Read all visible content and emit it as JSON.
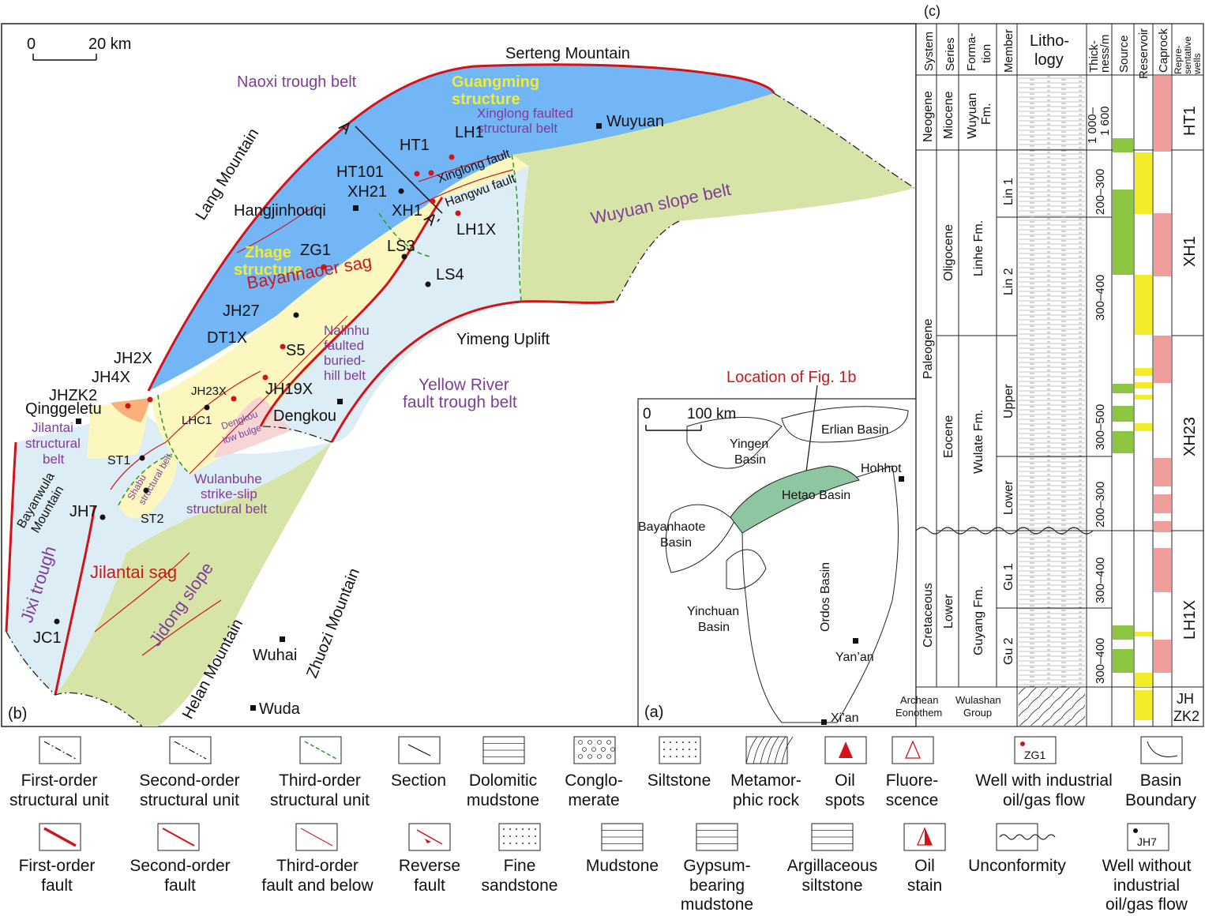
{
  "panel_labels": {
    "a": "(a)",
    "b": "(b)",
    "c": "(c)"
  },
  "colors": {
    "naoxi_blue": "#72b6f6",
    "slope_green": "#d6e4a8",
    "fault_trough_lightblue": "#dcedf6",
    "structural_yellow": "#fbf7bf",
    "low_bulge_pink": "#f6d6d4",
    "jilantai_orange": "#f7b07a",
    "hetao_green": "#8dc6a1",
    "fault_red": "#d2141a",
    "source_green": "#8cc640",
    "reservoir_yellow": "#f2ec2a",
    "caprock_pink": "#ef9e9c",
    "label_purple": "#7e3e98",
    "label_red": "#cc1a1a",
    "label_yellow": "#f2ec2a"
  },
  "map_b": {
    "scale_zero": "0",
    "scale_label": "20 km",
    "units": {
      "serteng": "Serteng Mountain",
      "naoxi": "Naoxi trough belt",
      "guangming1": "Guangming",
      "guangming2": "structure",
      "xinglong1": "Xinglong faulted",
      "xinglong2": "structural belt",
      "wuyuan": "Wuyuan",
      "lang": "Lang Mountain",
      "hangjinhouqi": "Hangjinhouqi",
      "wuyuan_slope": "Wuyuan slope belt",
      "xinglong_fault": "Xinglong fault",
      "hangwu_fault": "Hangwu fault",
      "zhage1": "Zhage",
      "zhage2": "structure",
      "bayannaoer": "Bayannaoer sag",
      "nalinhu1": "Nalinhu",
      "nalinhu2": "faulted",
      "nalinhu3": "buried-",
      "nalinhu4": "hill belt",
      "yimeng": "Yimeng Uplift",
      "yellow1": "Yellow River",
      "yellow2": "fault trough belt",
      "dengkou": "Dengkou",
      "dengkou_low1": "Dengkou",
      "dengkou_low2": "low bulge",
      "qinggeletu": "Qinggeletu",
      "jilantai_belt1": "Jilantai",
      "jilantai_belt2": "structural",
      "jilantai_belt3": "belt",
      "bayanwula1": "Bayanwula",
      "bayanwula2": "Mountain",
      "shabu1": "Shabu",
      "shabu2": "structural belt",
      "wulanbuhe1": "Wulanbuhe",
      "wulanbuhe2": "strike-slip",
      "wulanbuhe3": "structural belt",
      "jixi": "Jixi trough",
      "jilantai_sag": "Jilantai sag",
      "jidong": "Jidong slope",
      "helan": "Helan Mountain",
      "zhuozi": "Zhuozi Mountain",
      "wuhai": "Wuhai",
      "wuda": "Wuda",
      "sec_a": "A",
      "sec_a2": "A'"
    },
    "wells": {
      "lh1": "LH1",
      "ht1": "HT1",
      "ht101": "HT101",
      "xh21": "XH21",
      "xh1": "XH1",
      "lh1x": "LH1X",
      "zg1": "ZG1",
      "ls3": "LS3",
      "ls4": "LS4",
      "jh27": "JH27",
      "dt1x": "DT1X",
      "s5": "S5",
      "jh19x": "JH19X",
      "jh23x": "JH23X",
      "lhc1": "LHC1",
      "jh2x": "JH2X",
      "jh4x": "JH4X",
      "jhzk2": "JHZK2",
      "st1": "ST1",
      "st2": "ST2",
      "jh7": "JH7",
      "jc1": "JC1"
    }
  },
  "map_a": {
    "location_label": "Location of Fig. 1b",
    "scale_zero": "0",
    "scale_label": "100 km",
    "yingen1": "Yingen",
    "yingen2": "Basin",
    "erlian": "Erlian Basin",
    "hohhot": "Hohhot",
    "hetao": "Hetao Basin",
    "bayanhaote1": "Bayanhaote",
    "bayanhaote2": "Basin",
    "ordos": "Ordos Basin",
    "yinchuan1": "Yinchuan",
    "yinchuan2": "Basin",
    "yanan": "Yan’an",
    "xian": "Xi’an"
  },
  "column_c": {
    "headers": {
      "system": "System",
      "series": "Series",
      "formation1": "Forma-",
      "formation2": "tion",
      "member": "Member",
      "litho1": "Litho-",
      "litho2": "logy",
      "thick1": "Thick-",
      "thick2": "ness/m",
      "source": "Source",
      "reservoir": "Reservoir",
      "caprock": "Caprock",
      "wells1": "Repre-",
      "wells2": "sentative",
      "wells3": "wells"
    },
    "systems": {
      "neogene": "Neogene",
      "paleogene": "Paleogene",
      "cretaceous": "Cretaceous"
    },
    "series": {
      "miocene": "Miocene",
      "oligocene": "Oligocene",
      "eocene": "Eocene",
      "lower": "Lower"
    },
    "formations": {
      "wuyuan1": "Wuyuan",
      "wuyuan2": "Fm.",
      "linhe": "Linhe Fm.",
      "wulate": "Wulate Fm.",
      "guyang": "Guyang Fm."
    },
    "members": {
      "lin1": "Lin 1",
      "lin2": "Lin 2",
      "upper": "Upper",
      "lower": "Lower",
      "gu1": "Gu 1",
      "gu2": "Gu 2"
    },
    "thickness": {
      "t1a": "1 000–",
      "t1b": "1 600",
      "t2": "200–300",
      "t3": "300–400",
      "t4": "300–500",
      "t5": "200–300",
      "t6": "300–400",
      "t7": "300–400"
    },
    "wells": {
      "ht1": "HT1",
      "xh1": "XH1",
      "xh23": "XH23",
      "lh1x": "LH1X",
      "jhzk2a": "JH",
      "jhzk2b": "ZK2"
    },
    "basement": {
      "archean1": "Archean",
      "archean2": "Eonothem",
      "wulashan1": "Wulashan",
      "wulashan2": "Group"
    }
  },
  "legend": {
    "row1": [
      {
        "l1": "First-order",
        "l2": "structural unit",
        "icon": "first-order-unit-icon"
      },
      {
        "l1": "Second-order",
        "l2": "structural unit",
        "icon": "second-order-unit-icon"
      },
      {
        "l1": "Third-order",
        "l2": "structural unit",
        "icon": "third-order-unit-icon"
      },
      {
        "l1": "Section",
        "l2": "",
        "icon": "section-icon"
      },
      {
        "l1": "Dolomitic",
        "l2": "mudstone",
        "icon": "dolomitic-mudstone-icon"
      },
      {
        "l1": "Conglo-",
        "l2": "merate",
        "icon": "conglomerate-icon"
      },
      {
        "l1": "Siltstone",
        "l2": "",
        "icon": "siltstone-icon"
      },
      {
        "l1": "Metamor-",
        "l2": "phic rock",
        "icon": "metamorphic-rock-icon"
      },
      {
        "l1": "Oil",
        "l2": "spots",
        "icon": "oil-spots-icon"
      },
      {
        "l1": "Fluore-",
        "l2": "scence",
        "icon": "fluorescence-icon"
      },
      {
        "l1": "Well with industrial",
        "l2": "oil/gas flow",
        "icon": "industrial-well-icon",
        "tag": "ZG1"
      },
      {
        "l1": "Basin",
        "l2": "Boundary",
        "icon": "basin-boundary-icon"
      }
    ],
    "row2": [
      {
        "l1": "First-order",
        "l2": "fault",
        "l3": "",
        "icon": "first-order-fault-icon"
      },
      {
        "l1": "Second-order",
        "l2": "fault",
        "l3": "",
        "icon": "second-order-fault-icon"
      },
      {
        "l1": "Third-order",
        "l2": "fault and below",
        "l3": "",
        "icon": "third-order-fault-icon"
      },
      {
        "l1": "Reverse",
        "l2": "fault",
        "l3": "",
        "icon": "reverse-fault-icon"
      },
      {
        "l1": "Fine",
        "l2": "sandstone",
        "l3": "",
        "icon": "fine-sandstone-icon"
      },
      {
        "l1": "Mudstone",
        "l2": "",
        "l3": "",
        "icon": "mudstone-icon"
      },
      {
        "l1": "Gypsum-",
        "l2": "bearing",
        "l3": "mudstone",
        "icon": "gypsum-mudstone-icon"
      },
      {
        "l1": "Argillaceous",
        "l2": "siltstone",
        "l3": "",
        "icon": "argillaceous-siltstone-icon"
      },
      {
        "l1": "Oil",
        "l2": "stain",
        "l3": "",
        "icon": "oil-stain-icon"
      },
      {
        "l1": "Unconformity",
        "l2": "",
        "l3": "",
        "icon": "unconformity-icon"
      },
      {
        "l1": "Well without",
        "l2": "industrial",
        "l3": "oil/gas flow",
        "icon": "non-industrial-well-icon",
        "tag": "JH7"
      }
    ]
  }
}
